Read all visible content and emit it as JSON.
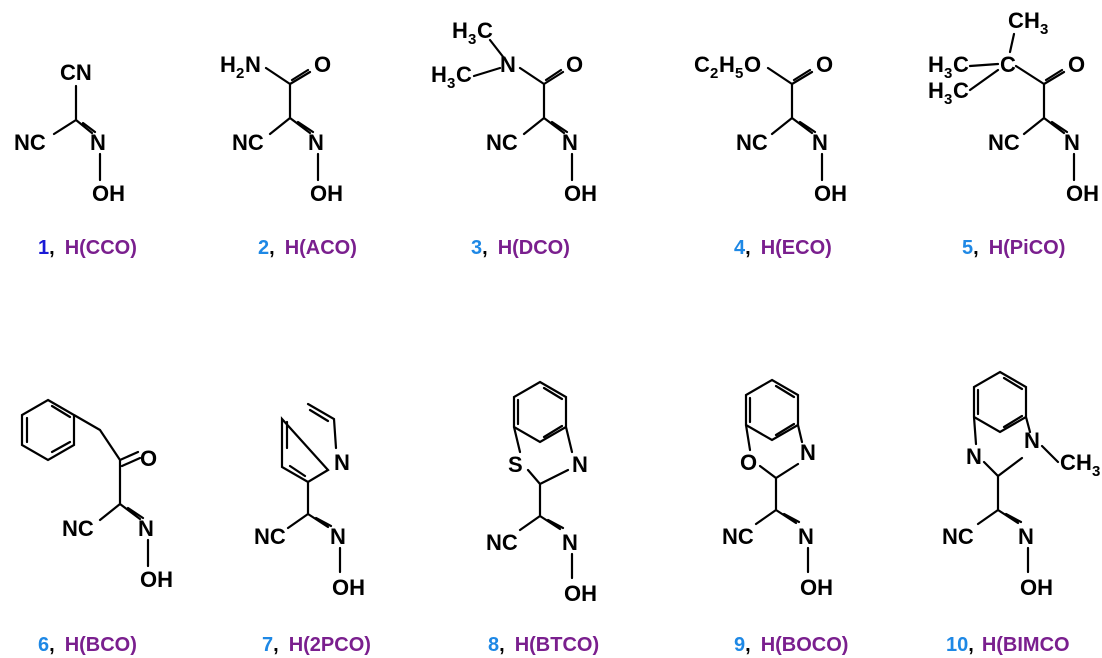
{
  "compounds": [
    {
      "number": "1",
      "separator": ",",
      "name": "H(CCO)"
    },
    {
      "number": "2",
      "separator": ",",
      "name": "H(ACO)"
    },
    {
      "number": "3",
      "separator": ",",
      "name": "H(DCO)"
    },
    {
      "number": "4",
      "separator": ",",
      "name": "H(ECO)"
    },
    {
      "number": "5",
      "separator": ",",
      "name": "H(PiCO)"
    },
    {
      "number": "6",
      "separator": ",",
      "name": "H(BCO)"
    },
    {
      "number": "7",
      "separator": ",",
      "name": "H(2PCO)"
    },
    {
      "number": "8",
      "separator": ",",
      "name": "H(BTCO)"
    },
    {
      "number": "9",
      "separator": ",",
      "name": "H(BOCO)"
    },
    {
      "number": "10",
      "separator": ",",
      "name": "H(BIMCO"
    }
  ],
  "atoms": {
    "CN": "CN",
    "NC": "NC",
    "N": "N",
    "OH": "OH",
    "O": "O",
    "S": "S",
    "H": "H",
    "C": "C",
    "2": "2",
    "3": "3",
    "5": "5"
  },
  "colors": {
    "number": "#1e88e5",
    "number_first": "#1a1ad6",
    "name": "#7a1f8e",
    "structure": "#000000"
  }
}
